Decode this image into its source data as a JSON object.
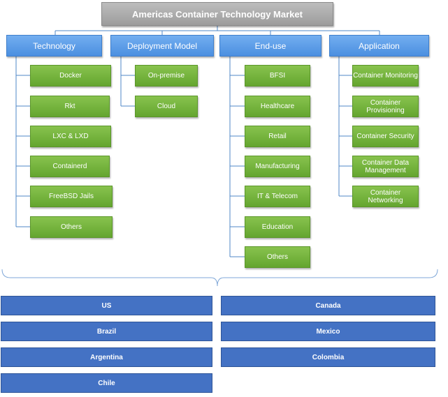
{
  "title": "Americas Container Technology Market",
  "categories": [
    {
      "label": "Technology",
      "items": [
        "Docker",
        "Rkt",
        "LXC & LXD",
        "Containerd",
        "FreeBSD Jails",
        "Others"
      ]
    },
    {
      "label": "Deployment Model",
      "items": [
        "On-premise",
        "Cloud"
      ]
    },
    {
      "label": "End-use",
      "items": [
        "BFSI",
        "Healthcare",
        "Retail",
        "Manufacturing",
        "IT & Telecom",
        "Education",
        "Others"
      ]
    },
    {
      "label": "Application",
      "items": [
        "Container Monitoring",
        "Container Provisioning",
        "Container Security",
        "Container Data Management",
        "Container Networking"
      ]
    }
  ],
  "regions_left": [
    "US",
    "Brazil",
    "Argentina",
    "Chile"
  ],
  "regions_right": [
    "Canada",
    "Mexico",
    "Colombia"
  ],
  "colors": {
    "title_bg": "#a8a8a8",
    "category_bg": "#5b9bd5",
    "leaf_bg": "#70ad47",
    "region_bg": "#4472c4",
    "connector": "#4f87c7"
  }
}
